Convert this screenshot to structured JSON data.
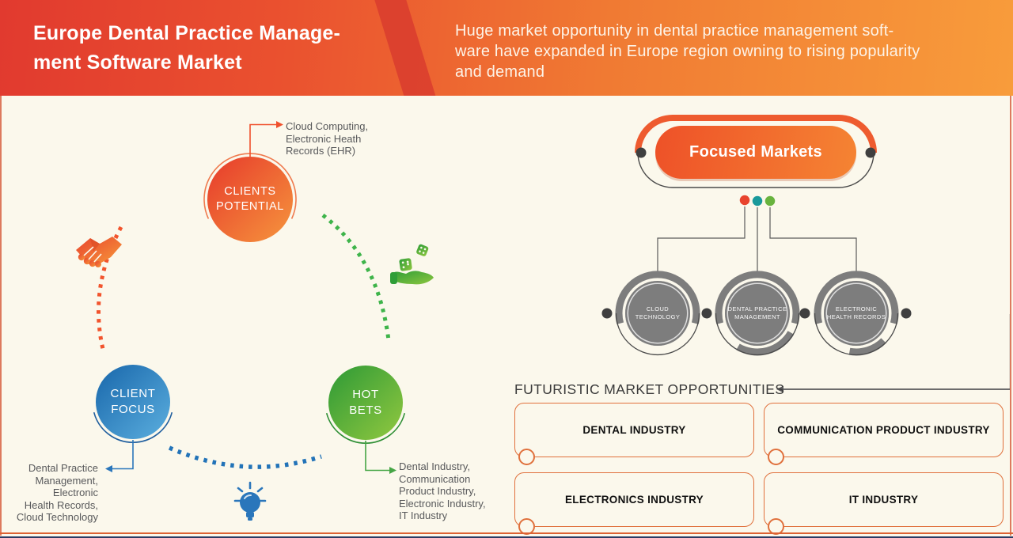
{
  "header": {
    "title": "Europe Dental Practice Manage-\nment Software Market",
    "subtitle": "Huge market opportunity in dental practice management soft-\nware have expanded in Europe region owning to rising popularity\nand demand"
  },
  "figure": {
    "clients_potential": {
      "label": "CLIENTS\nPOTENTIAL",
      "annotation": "Cloud Computing,\nElectronic Heath\nRecords (EHR)"
    },
    "client_focus": {
      "label": "CLIENT\nFOCUS",
      "annotation": "Dental Practice\nManagement,\nElectronic\nHealth Records,\nCloud Technology"
    },
    "hot_bets": {
      "label": "HOT\nBETS",
      "annotation": "Dental Industry,\nCommunication\nProduct Industry,\nElectronic Industry,\nIT Industry"
    },
    "icons": {
      "left": "handshake-icon",
      "right": "dice-hand-icon",
      "bottom": "lightbulb-icon"
    }
  },
  "focused_markets": {
    "title": "Focused Markets",
    "nodes": [
      {
        "label": "CLOUD\nTECHNOLOGY"
      },
      {
        "label": "DENTAL PRACTICE\nMANAGEMENT"
      },
      {
        "label": "ELECTRONIC\nHEALTH RECORDS"
      }
    ]
  },
  "opportunities": {
    "heading": "FUTURISTIC MARKET OPPORTUNITIES",
    "items": [
      "DENTAL INDUSTRY",
      "COMMUNICATION PRODUCT INDUSTRY",
      "ELECTRONICS INDUSTRY",
      "IT INDUSTRY"
    ]
  },
  "colors": {
    "accent_orange": "#ee5b2f",
    "accent_red": "#e8432d",
    "accent_teal": "#18999b",
    "accent_green": "#68b33e",
    "accent_blue": "#2a76bb",
    "node_gray": "#7d7d7d",
    "background": "#fbf8ec"
  }
}
